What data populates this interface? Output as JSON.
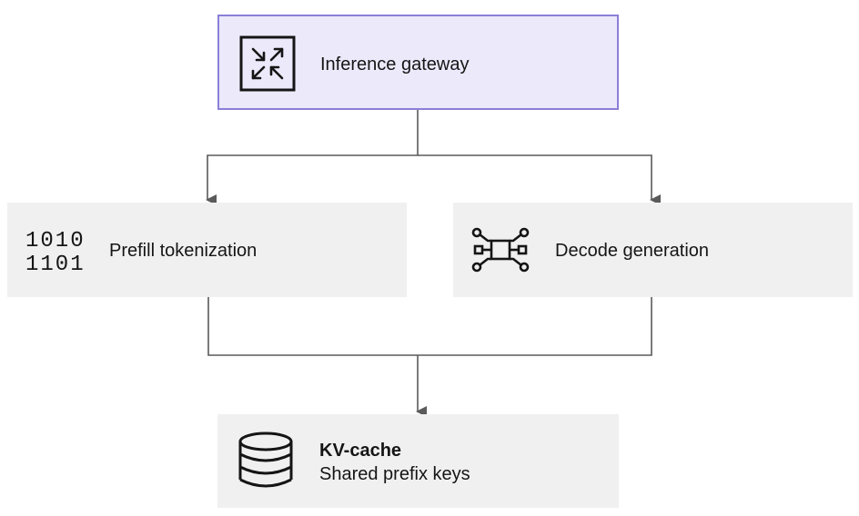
{
  "nodes": {
    "gateway": {
      "label": "Inference gateway"
    },
    "prefill": {
      "label": "Prefill tokenization"
    },
    "decode": {
      "label": "Decode generation"
    },
    "kv_cache": {
      "title": "KV-cache",
      "subtitle": "Shared prefix keys"
    }
  },
  "icons": {
    "gateway": "arrows-converge-icon",
    "prefill": "binary-digits-icon",
    "decode": "node-graph-icon",
    "kv_cache": "database-stack-icon"
  },
  "prefill_glyphs": {
    "row1": "1010",
    "row2": "1101"
  },
  "colors": {
    "gateway_fill": "#ece9fb",
    "gateway_border": "#8a7fd8",
    "box_fill": "#f0f0f0",
    "connector": "#5a5a5a",
    "text": "#151515"
  }
}
